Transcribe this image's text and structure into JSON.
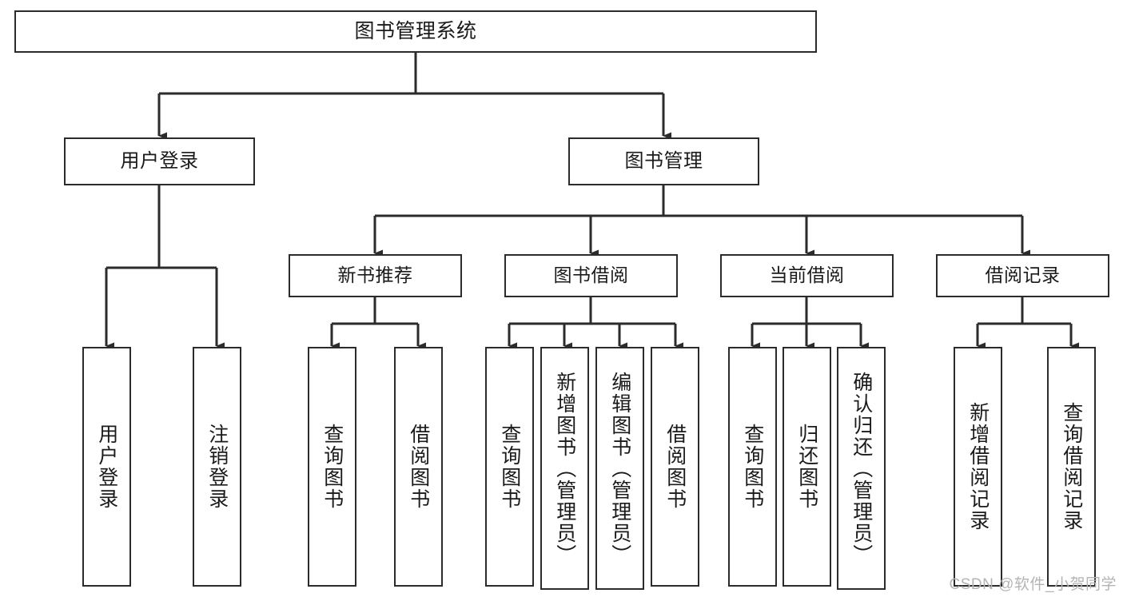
{
  "diagram": {
    "title": "图书管理系统",
    "type": "hierarchy-tree",
    "colors": {
      "box_border": "#2b2b2b",
      "box_fill": "#ffffff",
      "edge": "#2b2b2b",
      "background": "#ffffff",
      "watermark": "#b4b4b4"
    },
    "root": {
      "label": "图书管理系统"
    },
    "level2": [
      {
        "label": "用户登录"
      },
      {
        "label": "图书管理"
      }
    ],
    "level3": [
      {
        "label": "新书推荐"
      },
      {
        "label": "图书借阅"
      },
      {
        "label": "当前借阅"
      },
      {
        "label": "借阅记录"
      }
    ],
    "leaves": {
      "user_login": [
        {
          "label": "用户登录"
        },
        {
          "label": "注销登录"
        }
      ],
      "new_book_recommend": [
        {
          "label": "查询图书"
        },
        {
          "label": "借阅图书"
        }
      ],
      "book_borrow": [
        {
          "label": "查询图书"
        },
        {
          "label": "新增图书（管理员）"
        },
        {
          "label": "编辑图书（管理员）"
        },
        {
          "label": "借阅图书"
        }
      ],
      "current_borrow": [
        {
          "label": "查询图书"
        },
        {
          "label": "归还图书"
        },
        {
          "label": "确认归还（管理员）"
        }
      ],
      "borrow_records": [
        {
          "label": "新增借阅记录"
        },
        {
          "label": "查询借阅记录"
        }
      ]
    },
    "watermark": "CSDN @软件_小贺同学"
  }
}
